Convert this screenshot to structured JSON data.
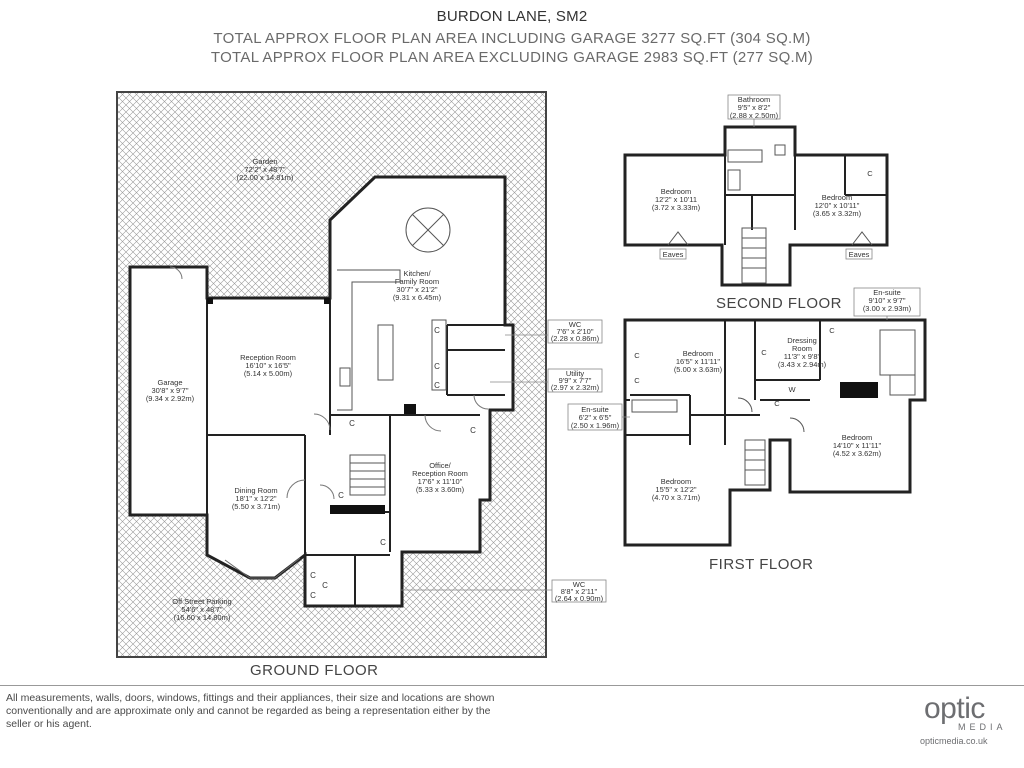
{
  "header": {
    "title": "BURDON LANE, SM2",
    "area_incl": "TOTAL APPROX FLOOR PLAN AREA INCLUDING GARAGE 3277 SQ.FT (304 SQ.M)",
    "area_excl": "TOTAL APPROX FLOOR PLAN AREA EXCLUDING GARAGE 2983 SQ.FT (277 SQ.M)"
  },
  "floors": {
    "ground": "GROUND FLOOR",
    "first": "FIRST FLOOR",
    "second": "SECOND FLOOR"
  },
  "ground_rooms": {
    "garden": {
      "name": "Garden",
      "dim1": "72'2\" x 48'7\"",
      "dim2": "(22.00 x 14.81m)"
    },
    "kitchen": {
      "name1": "Kitchen/",
      "name2": "Family Room",
      "dim1": "30'7\" x 21'2\"",
      "dim2": "(9.31 x 6.45m)"
    },
    "garage": {
      "name": "Garage",
      "dim1": "30'8\" x 9'7\"",
      "dim2": "(9.34 x 2.92m)"
    },
    "reception": {
      "name": "Reception Room",
      "dim1": "16'10\" x 16'5\"",
      "dim2": "(5.14 x 5.00m)"
    },
    "dining": {
      "name": "Dining Room",
      "dim1": "18'1\" x 12'2\"",
      "dim2": "(5.50 x 3.71m)"
    },
    "office": {
      "name1": "Office/",
      "name2": "Reception Room",
      "dim1": "17'6\" x 11'10\"",
      "dim2": "(5.33 x 3.60m)"
    },
    "parking": {
      "name": "Off Street Parking",
      "dim1": "54'6\" x 48'7\"",
      "dim2": "(16.60 x 14.80m)"
    },
    "wc1": {
      "name": "WC",
      "dim1": "7'6\" x 2'10\"",
      "dim2": "(2.28 x 0.86m)"
    },
    "utility": {
      "name": "Utility",
      "dim1": "9'9\" x 7'7\"",
      "dim2": "(2.97 x 2.32m)"
    },
    "wc2": {
      "name": "WC",
      "dim1": "8'8\" x 2'11\"",
      "dim2": "(2.64 x 0.90m)"
    }
  },
  "first_rooms": {
    "bed1": {
      "name": "Bedroom",
      "dim1": "16'5\" x 11'11\"",
      "dim2": "(5.00 x 3.63m)"
    },
    "dressing": {
      "name1": "Dressing",
      "name2": "Room",
      "dim1": "11'3\" x 9'8\"",
      "dim2": "(3.43 x 2.94m)"
    },
    "ensuite1": {
      "name": "En-suite",
      "dim1": "9'10\" x 9'7\"",
      "dim2": "(3.00 x 2.93m)"
    },
    "ensuite2": {
      "name": "En-suite",
      "dim1": "6'2\" x 6'5\"",
      "dim2": "(2.50 x 1.96m)"
    },
    "bed2": {
      "name": "Bedroom",
      "dim1": "14'10\" x 11'11\"",
      "dim2": "(4.52 x 3.62m)"
    },
    "bed3": {
      "name": "Bedroom",
      "dim1": "15'5\" x 12'2\"",
      "dim2": "(4.70 x 3.71m)"
    }
  },
  "second_rooms": {
    "bathroom": {
      "name": "Bathroom",
      "dim1": "9'5\" x 8'2\"",
      "dim2": "(2.88 x 2.50m)"
    },
    "bed_left": {
      "name": "Bedroom",
      "dim1": "12'2\" x 10'11",
      "dim2": "(3.72 x 3.33m)"
    },
    "bed_right": {
      "name": "Bedroom",
      "dim1": "12'0\" x 10'11\"",
      "dim2": "(3.65 x 3.32m)"
    },
    "eaves": "Eaves"
  },
  "cupboard": "C",
  "wardrobe": "W",
  "disclaimer": "All measurements, walls, doors, windows, fittings and their appliances, their size and locations are shown conventionally and are approximate only and cannot be regarded as being a representation either by the seller or his agent.",
  "logo": {
    "main": "optic",
    "sub": "MEDIA",
    "url": "opticmedia.co.uk"
  }
}
